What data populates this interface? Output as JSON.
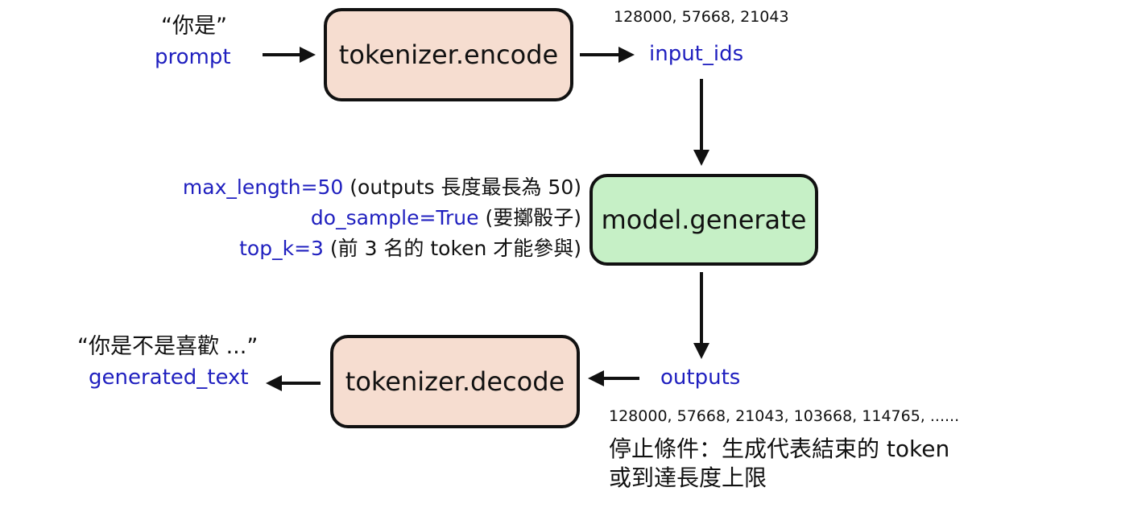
{
  "nodes": {
    "encode": "tokenizer.encode",
    "generate": "model.generate",
    "decode": "tokenizer.decode"
  },
  "prompt": {
    "example": "“你是”",
    "label": "prompt"
  },
  "input_ids": {
    "example": "128000, 57668, 21043",
    "label": "input_ids"
  },
  "params": [
    {
      "code": "max_length=50",
      "note": " (outputs 長度最長為 50)"
    },
    {
      "code": "do_sample=True",
      "note": " (要擲骰子)"
    },
    {
      "code": "top_k=3",
      "note": " (前 3 名的 token 才能參與)"
    }
  ],
  "outputs": {
    "label": "outputs",
    "example": "128000, 57668, 21043, 103668, 114765,  ......"
  },
  "generated_text": {
    "example": "“你是不是喜歡 ...”",
    "label": "generated_text"
  },
  "stop_condition": {
    "line1": "停止條件：生成代表結束的 token",
    "line2": "或到達長度上限"
  },
  "colors": {
    "code_text": "#1f1fbf",
    "tokenizer_fill": "#f6ddd0",
    "model_fill": "#c6f0c6",
    "border": "#111111"
  }
}
